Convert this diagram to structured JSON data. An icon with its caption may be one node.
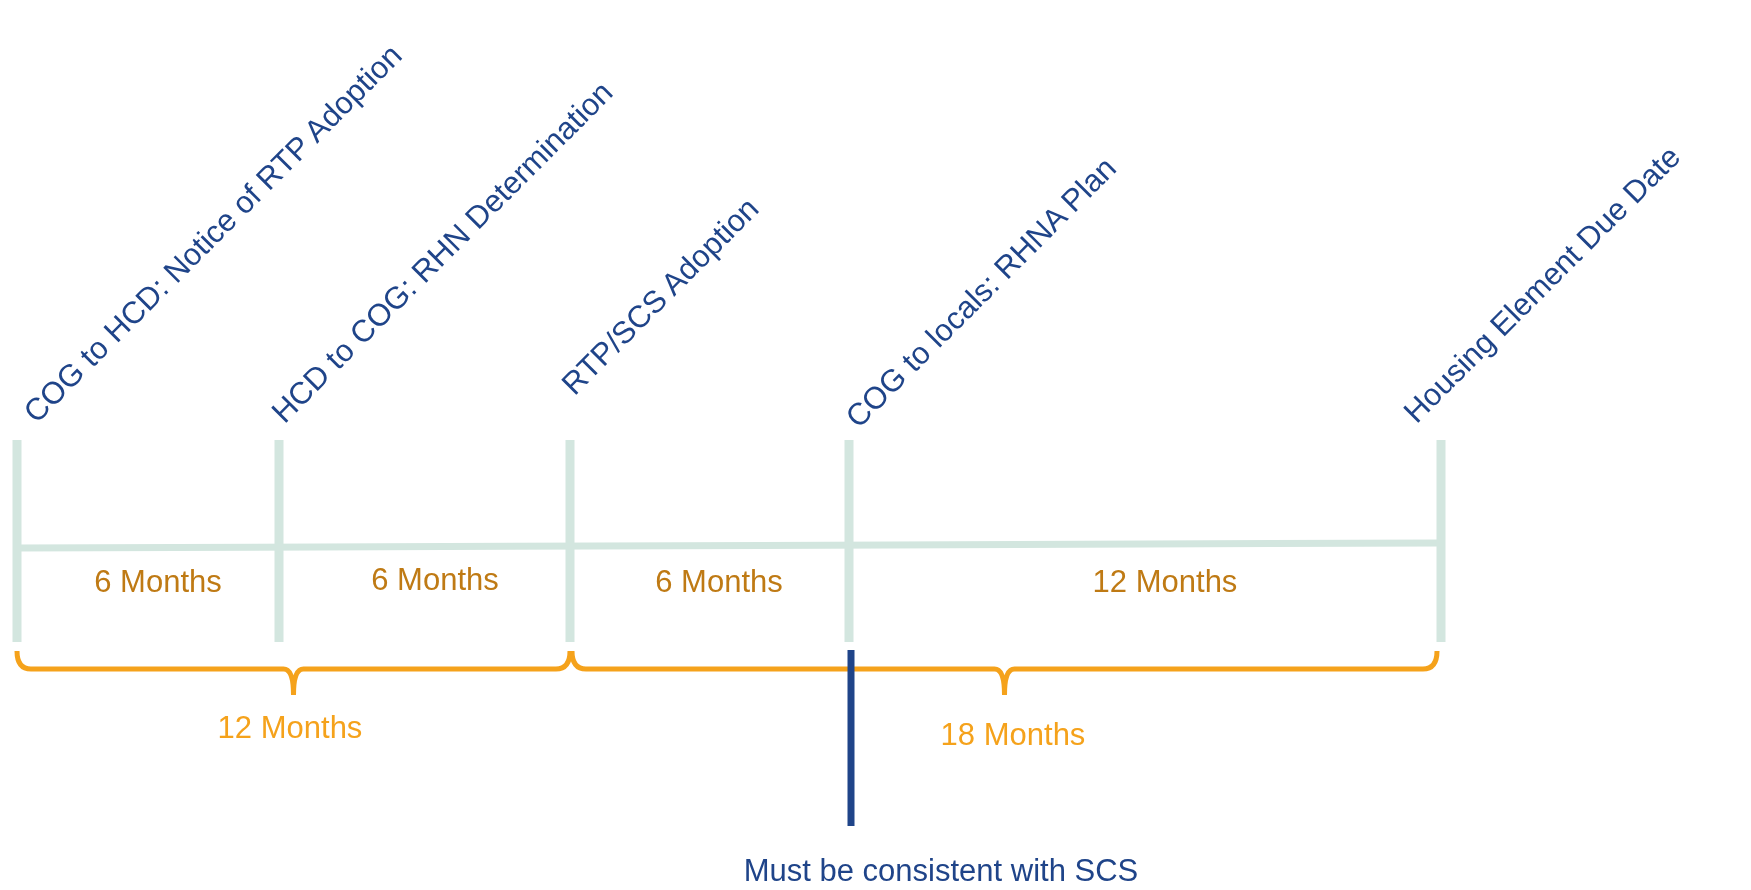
{
  "diagram": {
    "labels": [
      "COG to HCD: Notice of RTP Adoption",
      "HCD to COG: RHN Determination",
      "RTP/SCS Adoption",
      "COG to locals: RHNA Plan",
      "Housing Element Due Date",
      "6 Months",
      "6 Months",
      "6 Months",
      "12 Months",
      "12 Months",
      "18 Months",
      "Must be consistent with SCS"
    ]
  }
}
